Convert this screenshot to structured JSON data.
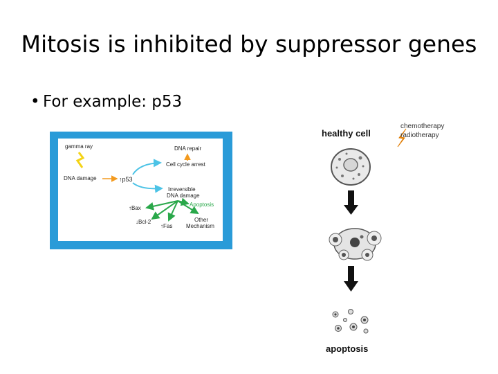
{
  "slide": {
    "title": "Mitosis is inhibited by suppressor genes",
    "bullet": "For example: p53"
  },
  "pathway": {
    "gamma_ray": "gamma ray",
    "dna_damage": "DNA damage",
    "p53": "↑p53",
    "dna_repair": "DNA repair",
    "cell_cycle_arrest": "Cell cycle arrest",
    "irreversible_1": "Irreversible",
    "irreversible_2": "DNA damage",
    "apoptosis": "Apoptosis",
    "bax": "↑Bax",
    "bcl2": "↓Bcl-2",
    "fas": "↑Fas",
    "other_1": "Other",
    "other_2": "Mechanism",
    "colors": {
      "frame": "#2a9bd8",
      "orange": "#f39a1e",
      "yellow": "#f4d316",
      "green": "#2aa84a",
      "cyan": "#4cc3e6"
    }
  },
  "cell_figure": {
    "healthy_cell": "healthy cell",
    "therapy_1": "chemotherapy",
    "therapy_2": "radiotherapy",
    "apoptosis": "apoptosis"
  }
}
